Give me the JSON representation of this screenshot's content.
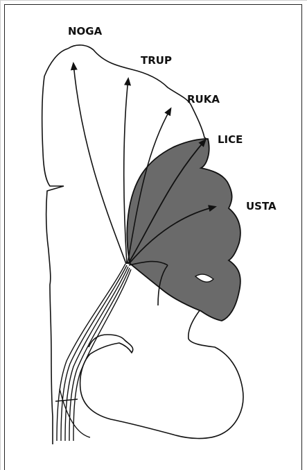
{
  "labels": {
    "noga": "NOGA",
    "trup": "TRUP",
    "ruka": "RUKA",
    "lice": "LICE",
    "usta": "USTA"
  },
  "colors": {
    "line": "#111111",
    "shaded": "#6a6a6a",
    "background": "#ffffff"
  }
}
